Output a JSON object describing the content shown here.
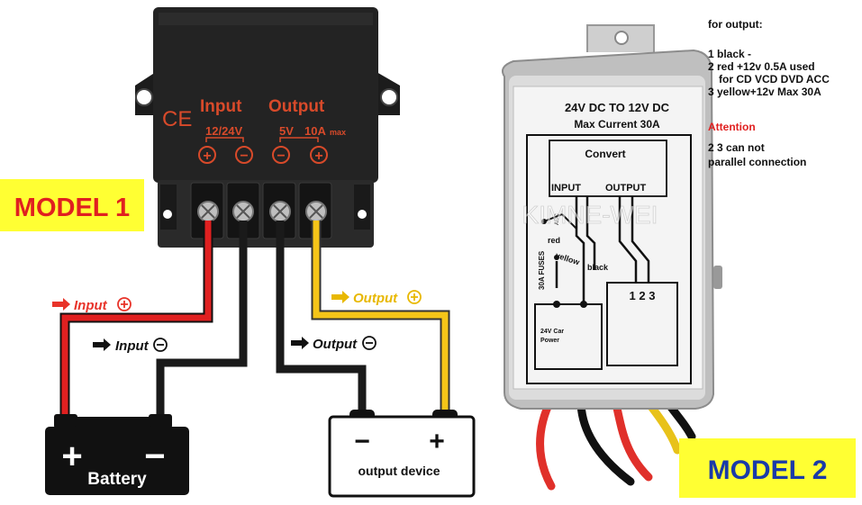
{
  "model1": {
    "label": "MODEL 1",
    "box": {
      "ce_mark": "CE",
      "input_label": "Input",
      "output_label": "Output",
      "in_voltage": "12/24V",
      "out_voltage": "5V",
      "out_current": "10A",
      "max_label": "max",
      "plus_sign": "+",
      "minus_sign": "−"
    },
    "wire_labels": {
      "input_pos": "Input",
      "input_neg": "Input",
      "output_pos": "Output",
      "output_neg": "Output"
    },
    "battery": {
      "label": "Battery",
      "plus": "+",
      "minus": "−"
    },
    "output_device": {
      "label": "output device",
      "plus": "+",
      "minus": "−"
    },
    "colors": {
      "red": "#e02020",
      "black": "#1a1a1a",
      "yellow": "#f5c518",
      "label_red": "#e8342a",
      "label_yellow": "#e8b800",
      "model_bg": "#ffff33"
    }
  },
  "model2": {
    "label": "MODEL 2",
    "title_line1": "24V DC TO 12V DC",
    "title_line2": "Max Current 30A",
    "convert": "Convert",
    "input": "INPUT",
    "output": "OUTPUT",
    "watermark": "KIMNE-WEI",
    "wire_red": "red",
    "wire_yellow": "yellow",
    "wire_black": "black",
    "fuse": "30A FUSES",
    "acc": "ACC",
    "car_power_1": "24V Car",
    "car_power_2": "Power",
    "terminals": "1 2 3"
  },
  "notes": {
    "header": "for output:",
    "line1": "1 black -",
    "line2": "2 red +12v 0.5A used",
    "line3": "for CD VCD DVD ACC",
    "line4": "3 yellow+12v Max 30A",
    "attention": "Attention",
    "line5": "2 3 can not",
    "line6": "parallel connection"
  }
}
